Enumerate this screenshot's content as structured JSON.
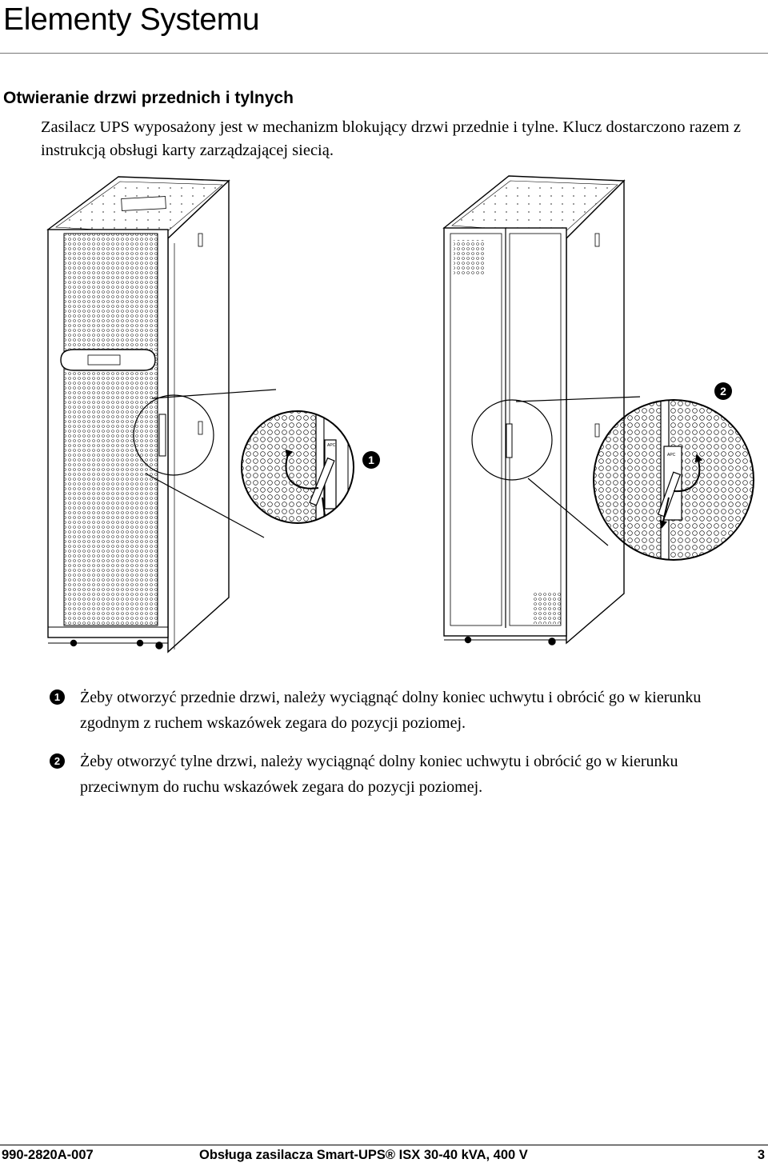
{
  "page": {
    "title": "Elementy Systemu"
  },
  "section": {
    "heading": "Otwieranie drzwi przednich i tylnych",
    "intro": "Zasilacz UPS wyposażony jest w mechanizm blokujący drzwi przednie i tylne. Klucz dostarczono razem z instrukcją obsługi karty zarządzającej siecią."
  },
  "figure": {
    "callouts": [
      "1",
      "2"
    ],
    "logo_text": "APC"
  },
  "steps": [
    {
      "marker": "1",
      "text": "Żeby otworzyć przednie drzwi, należy wyciągnąć dolny koniec uchwytu i obrócić go w kierunku zgodnym z ruchem wskazówek zegara do pozycji poziomej."
    },
    {
      "marker": "2",
      "text": "Żeby otworzyć tylne drzwi, należy wyciągnąć dolny koniec uchwytu i obrócić go w kierunku przeciwnym do ruchu wskazówek zegara do pozycji poziomej."
    }
  ],
  "footer": {
    "doc_number": "990-2820A-007",
    "manual_title": "Obsługa zasilacza Smart-UPS® ISX 30-40 kVA, 400 V",
    "page_number": "3"
  }
}
